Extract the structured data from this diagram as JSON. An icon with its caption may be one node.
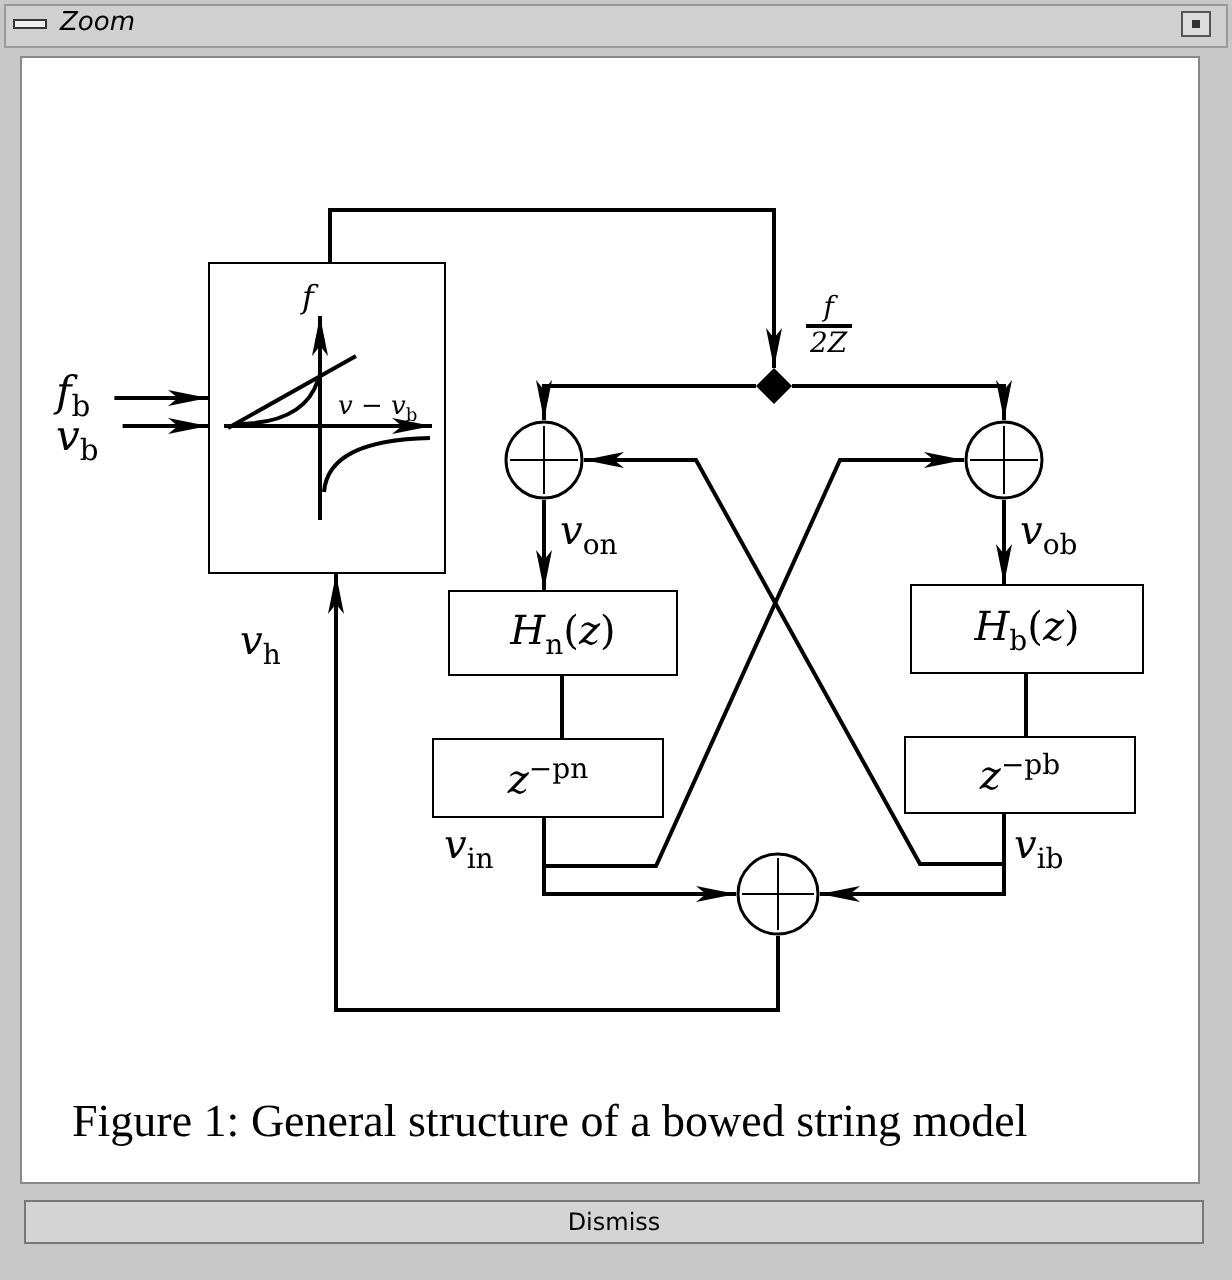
{
  "diagram": {
    "caption": "Figure 1: General structure of a bowed string model",
    "nodes": [
      {
        "text": [
          "*f*",
          "*v − v*$_{b}$"
        ]
      },
      {
        "text": [
          "*f*$_{b}$"
        ]
      },
      {
        "text": [
          "*v*$_{b}$"
        ]
      },
      {
        "text": [],
        "shape": "diamond",
        "beside": [
          "*f*",
          "*2Z*"
        ]
      },
      {
        "text": [],
        "shape": "circle"
      },
      {
        "text": [],
        "shape": "circle"
      },
      {
        "text": [
          "*H*$_{n}$(*z*)"
        ]
      },
      {
        "text": [
          "*H*$_{b}$(*z*)"
        ]
      },
      {
        "text": [
          "*z*$^{−pn}$"
        ]
      },
      {
        "text": [
          "*z*$^{−pb}$"
        ]
      },
      {
        "text": [],
        "shape": "circle"
      }
    ],
    "edges": [
      {
        "from": 1,
        "to": 0,
        "arrow": "to"
      },
      {
        "from": 2,
        "to": 0,
        "arrow": "to"
      },
      {
        "from": 0,
        "to": 3,
        "arrow": "to"
      },
      {
        "from": 3,
        "to": 4,
        "arrow": "to"
      },
      {
        "from": 3,
        "to": 5,
        "arrow": "to"
      },
      {
        "from": 4,
        "to": 6,
        "arrow": "to",
        "label": "*v*$_{on}$"
      },
      {
        "from": 5,
        "to": 7,
        "arrow": "to",
        "label": "*v*$_{ob}$"
      },
      {
        "from": 6,
        "to": 8,
        "arrow": "none"
      },
      {
        "from": 7,
        "to": 9,
        "arrow": "none"
      },
      {
        "from": 8,
        "to": 10,
        "arrow": "to",
        "label": "*v*$_{in}$"
      },
      {
        "from": 8,
        "to": 5,
        "arrow": "to"
      },
      {
        "from": 9,
        "to": 10,
        "arrow": "to",
        "label": "*v*$_{ib}$"
      },
      {
        "from": 9,
        "to": 4,
        "arrow": "to"
      },
      {
        "from": 10,
        "to": 0,
        "arrow": "to",
        "label": "*v*$_{h}$"
      }
    ],
    "labels": [
      "Zoom",
      "Dismiss"
    ]
  }
}
